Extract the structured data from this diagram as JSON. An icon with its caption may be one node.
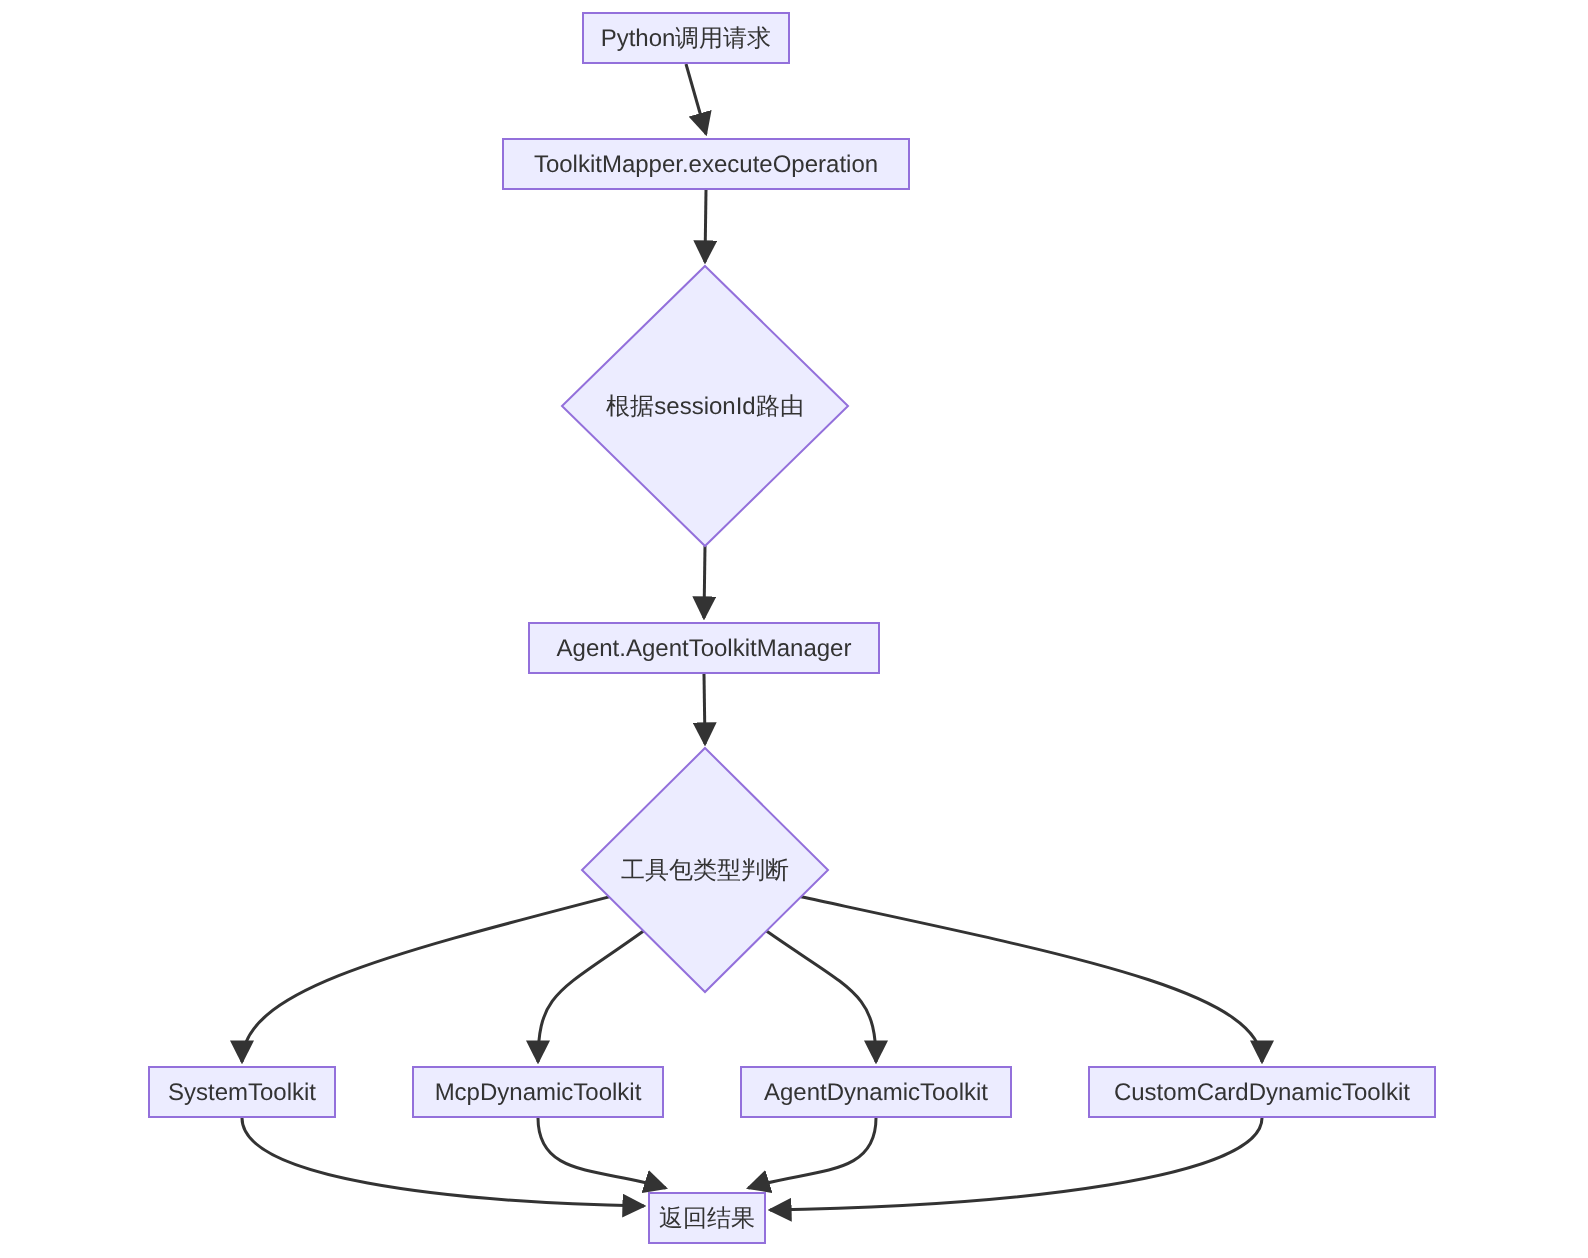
{
  "diagram": {
    "nodes": [
      {
        "text": [
          "Python调用请求"
        ]
      },
      {
        "text": [
          "ToolkitMapper.executeOperation"
        ]
      },
      {
        "text": [
          "根据sessionId路由"
        ]
      },
      {
        "text": [
          "Agent.AgentToolkitManager"
        ]
      },
      {
        "text": [
          "工具包类型判断"
        ]
      },
      {
        "text": [
          "SystemToolkit"
        ]
      },
      {
        "text": [
          "McpDynamicToolkit"
        ]
      },
      {
        "text": [
          "AgentDynamicToolkit"
        ]
      },
      {
        "text": [
          "CustomCardDynamicToolkit"
        ]
      },
      {
        "text": [
          "返回结果"
        ]
      }
    ],
    "edges": [
      {
        "from": 0,
        "to": 1,
        "arrow": "to"
      },
      {
        "from": 1,
        "to": 2,
        "arrow": "to"
      },
      {
        "from": 2,
        "to": 3,
        "arrow": "to"
      },
      {
        "from": 3,
        "to": 4,
        "arrow": "to"
      },
      {
        "from": 4,
        "to": 5,
        "arrow": "to"
      },
      {
        "from": 4,
        "to": 6,
        "arrow": "to"
      },
      {
        "from": 4,
        "to": 7,
        "arrow": "to"
      },
      {
        "from": 4,
        "to": 8,
        "arrow": "to"
      },
      {
        "from": 5,
        "to": 9,
        "arrow": "to"
      },
      {
        "from": 6,
        "to": 9,
        "arrow": "to"
      },
      {
        "from": 7,
        "to": 9,
        "arrow": "to"
      },
      {
        "from": 8,
        "to": 9,
        "arrow": "to"
      }
    ]
  }
}
